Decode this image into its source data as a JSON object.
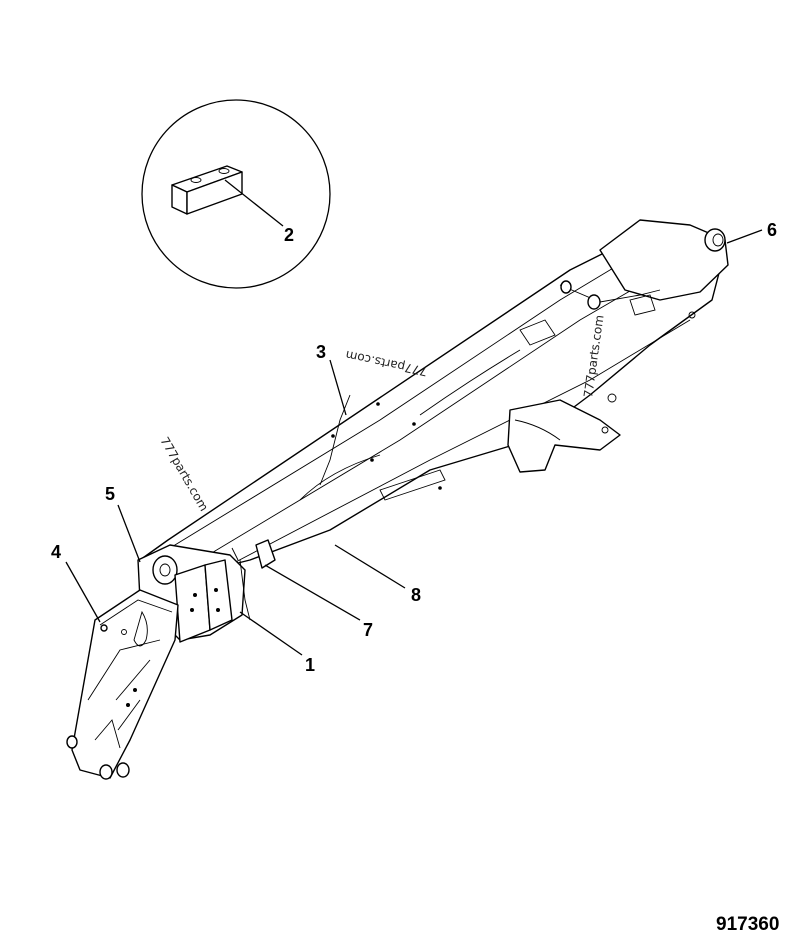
{
  "figure_number": "917360",
  "watermarks": [
    "777parts.com",
    "777parts.com",
    "777parts.com"
  ],
  "callouts": [
    {
      "id": "1",
      "label": "1"
    },
    {
      "id": "2",
      "label": "2"
    },
    {
      "id": "3",
      "label": "3"
    },
    {
      "id": "4",
      "label": "4"
    },
    {
      "id": "5",
      "label": "5"
    },
    {
      "id": "6",
      "label": "6"
    },
    {
      "id": "7",
      "label": "7"
    },
    {
      "id": "8",
      "label": "8"
    }
  ]
}
